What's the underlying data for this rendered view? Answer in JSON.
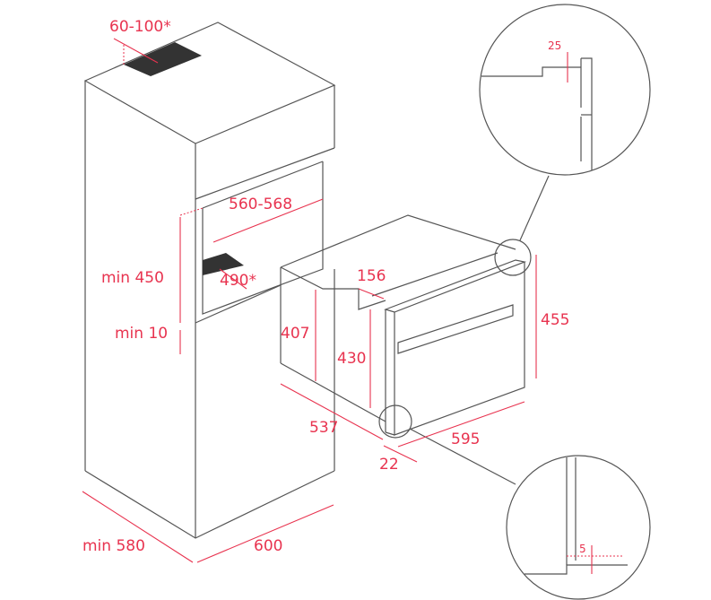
{
  "colors": {
    "dimension": "#e8334f",
    "line": "#555555",
    "vent": "#333333"
  },
  "dimensions": {
    "vent_gap": "60-100*",
    "niche_width": "560-568",
    "niche_height": "min 450",
    "vent_depth": "490*",
    "base_gap": "min 10",
    "oven_top_step": "156",
    "oven_body_height": "407",
    "oven_inner_height": "430",
    "oven_front_height": "455",
    "oven_depth": "537",
    "oven_width": "595",
    "front_thickness": "22",
    "cabinet_depth": "min 580",
    "cabinet_width": "600",
    "detail_top": "25",
    "detail_bottom": "5"
  }
}
